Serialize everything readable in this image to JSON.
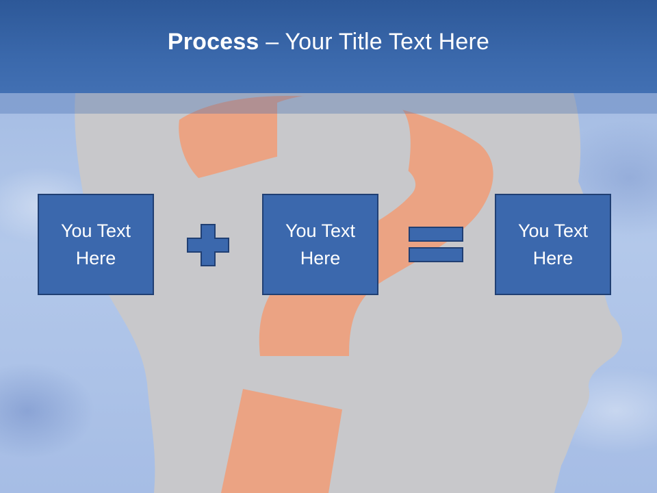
{
  "header": {
    "title_bold": "Process",
    "title_rest": " – Your Title Text Here"
  },
  "boxes": [
    {
      "label": "You Text Here"
    },
    {
      "label": "You Text Here"
    },
    {
      "label": "You Text Here"
    }
  ],
  "operators": [
    "plus-icon",
    "equals-icon"
  ],
  "colors": {
    "header": "#3a68ab",
    "box_fill": "#3b68ad",
    "box_border": "#203f73",
    "head_silhouette": "#c9c9cc",
    "question_mark": "#f0a27f"
  }
}
